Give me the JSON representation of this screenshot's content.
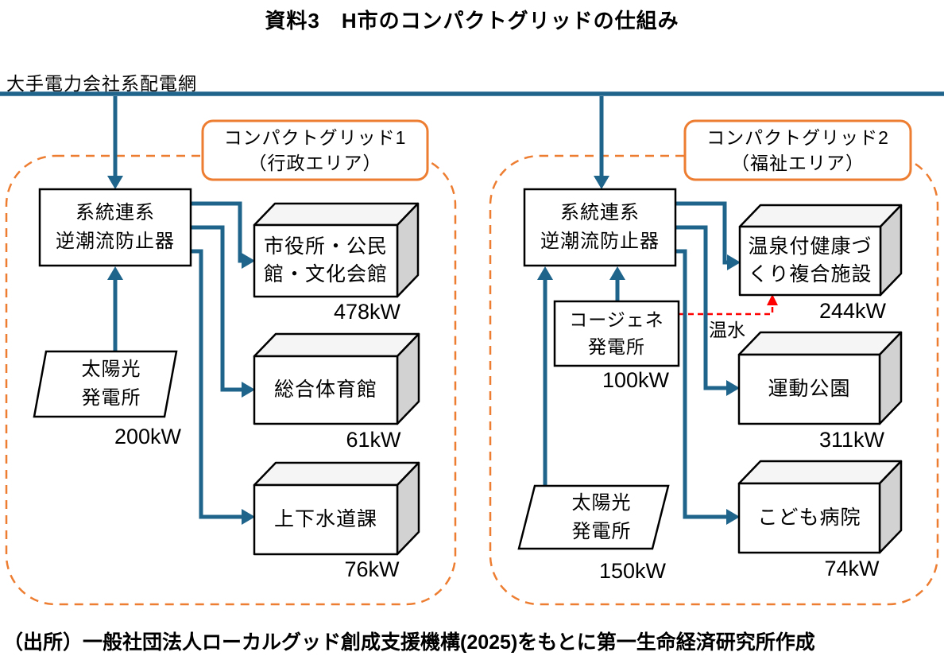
{
  "title": "資料3　H市のコンパクトグリッドの仕組み",
  "colors": {
    "line_blue": "#1f648b",
    "area_orange": "#ed7d31",
    "hot_water_red": "#ff0000",
    "box_side_gray": "#d2d2d2",
    "box_top_gray": "#f5f5f5"
  },
  "power_network": {
    "label": "大手電力会社系配電網"
  },
  "grid1": {
    "tag": "コンパクトグリッド1\n（行政エリア）",
    "device": "系統連系\n逆潮流防止器",
    "solar": {
      "label": "太陽光\n発電所",
      "capacity": "200kW"
    },
    "facilities": [
      {
        "label": "市役所・公民\n館・文化会館",
        "capacity": "478kW"
      },
      {
        "label": "総合体育館",
        "capacity": "61kW"
      },
      {
        "label": "上下水道課",
        "capacity": "76kW"
      }
    ]
  },
  "grid2": {
    "tag": "コンパクトグリッド2\n（福祉エリア）",
    "device": "系統連系\n逆潮流防止器",
    "cogen": {
      "label": "コージェネ\n発電所",
      "capacity": "100kW"
    },
    "solar": {
      "label": "太陽光\n発電所",
      "capacity": "150kW"
    },
    "hot_water_label": "温水",
    "facilities": [
      {
        "label": "温泉付健康づ\nくり複合施設",
        "capacity": "244kW"
      },
      {
        "label": "運動公園",
        "capacity": "311kW"
      },
      {
        "label": "こども病院",
        "capacity": "74kW"
      }
    ]
  },
  "source": "（出所）一般社団法人ローカルグッド創成支援機構(2025)をもとに第一生命経済研究所作成"
}
